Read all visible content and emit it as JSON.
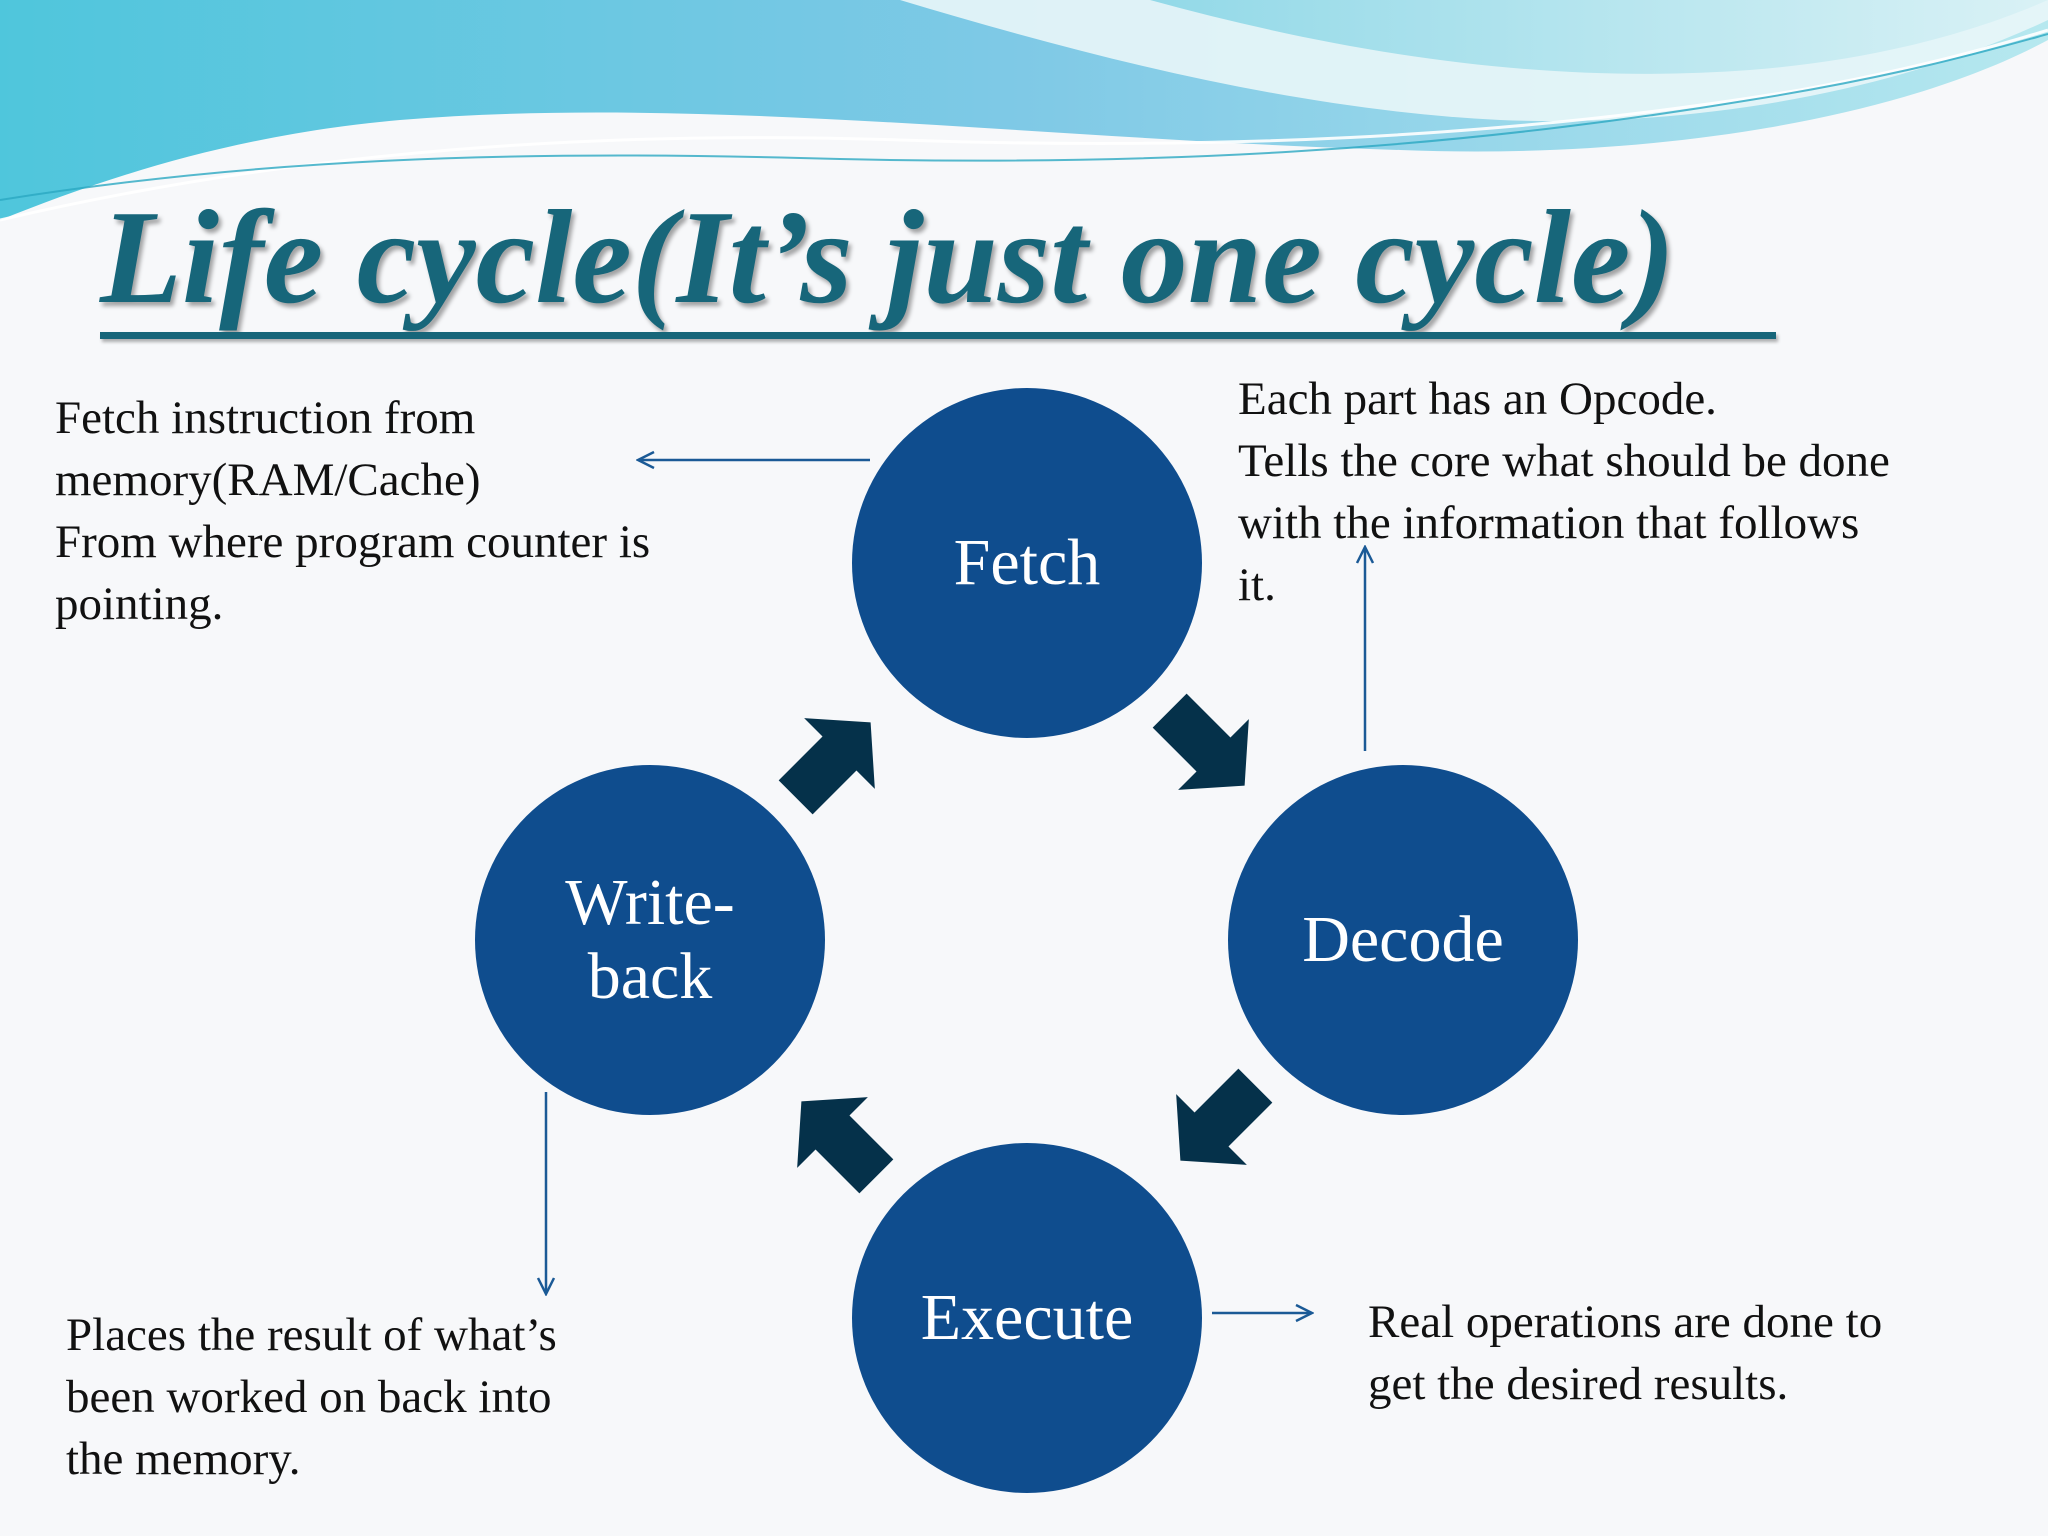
{
  "slide": {
    "title": "Life cycle(It’s just one cycle)"
  },
  "cycle": {
    "stages": [
      {
        "id": "fetch",
        "label_lines": [
          "Fetch"
        ]
      },
      {
        "id": "decode",
        "label_lines": [
          "Decode"
        ]
      },
      {
        "id": "execute",
        "label_lines": [
          "Execute"
        ]
      },
      {
        "id": "write-back",
        "label_lines": [
          "Write-",
          "back"
        ]
      }
    ]
  },
  "notes": {
    "fetch": [
      "Fetch instruction from",
      "memory(RAM/Cache)",
      "From where program counter is",
      "pointing."
    ],
    "decode": [
      "Each part has an Opcode.",
      "Tells the core what should be done",
      "with the information that follows",
      "it."
    ],
    "execute": [
      "Real operations are done to",
      "get the desired results."
    ],
    "write_back": [
      "Places the result of what’s",
      "been worked on back into",
      "the memory."
    ]
  },
  "colors": {
    "node_fill": "#0f4d8e",
    "cycle_arrow": "#05314a",
    "connector": "#1b5a96",
    "title": "#17667a"
  }
}
